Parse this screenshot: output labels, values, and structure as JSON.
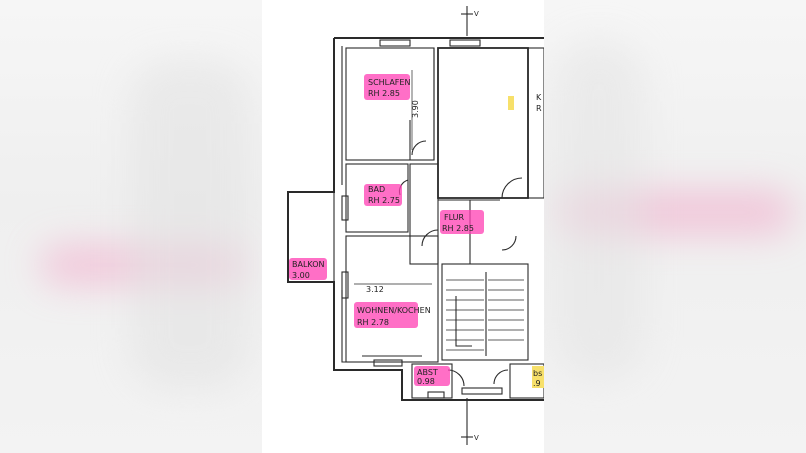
{
  "floorplan": {
    "axis_letter_top": "V",
    "axis_letter_bottom": "V",
    "rooms": [
      {
        "name": "SCHLAFEN",
        "height": "RH 2.85"
      },
      {
        "name": "BAD",
        "height": "RH 2.75"
      },
      {
        "name": "FLUR",
        "height": "RH 2.85"
      },
      {
        "name": "BALKON",
        "height": "3.00"
      },
      {
        "name": "WOHNEN/KOCHEN",
        "height": "RH 2.78"
      },
      {
        "name": "ABST",
        "height": "0.98"
      }
    ],
    "dimensions": [
      "3.90",
      "3.12"
    ],
    "cutoff_labels": [
      "K",
      "R",
      "bs",
      ".9"
    ]
  },
  "colors": {
    "highlight": "#ff3fb4",
    "line": "#2a2a2a",
    "paper": "#ffffff",
    "yellow": "#f7e06a"
  }
}
